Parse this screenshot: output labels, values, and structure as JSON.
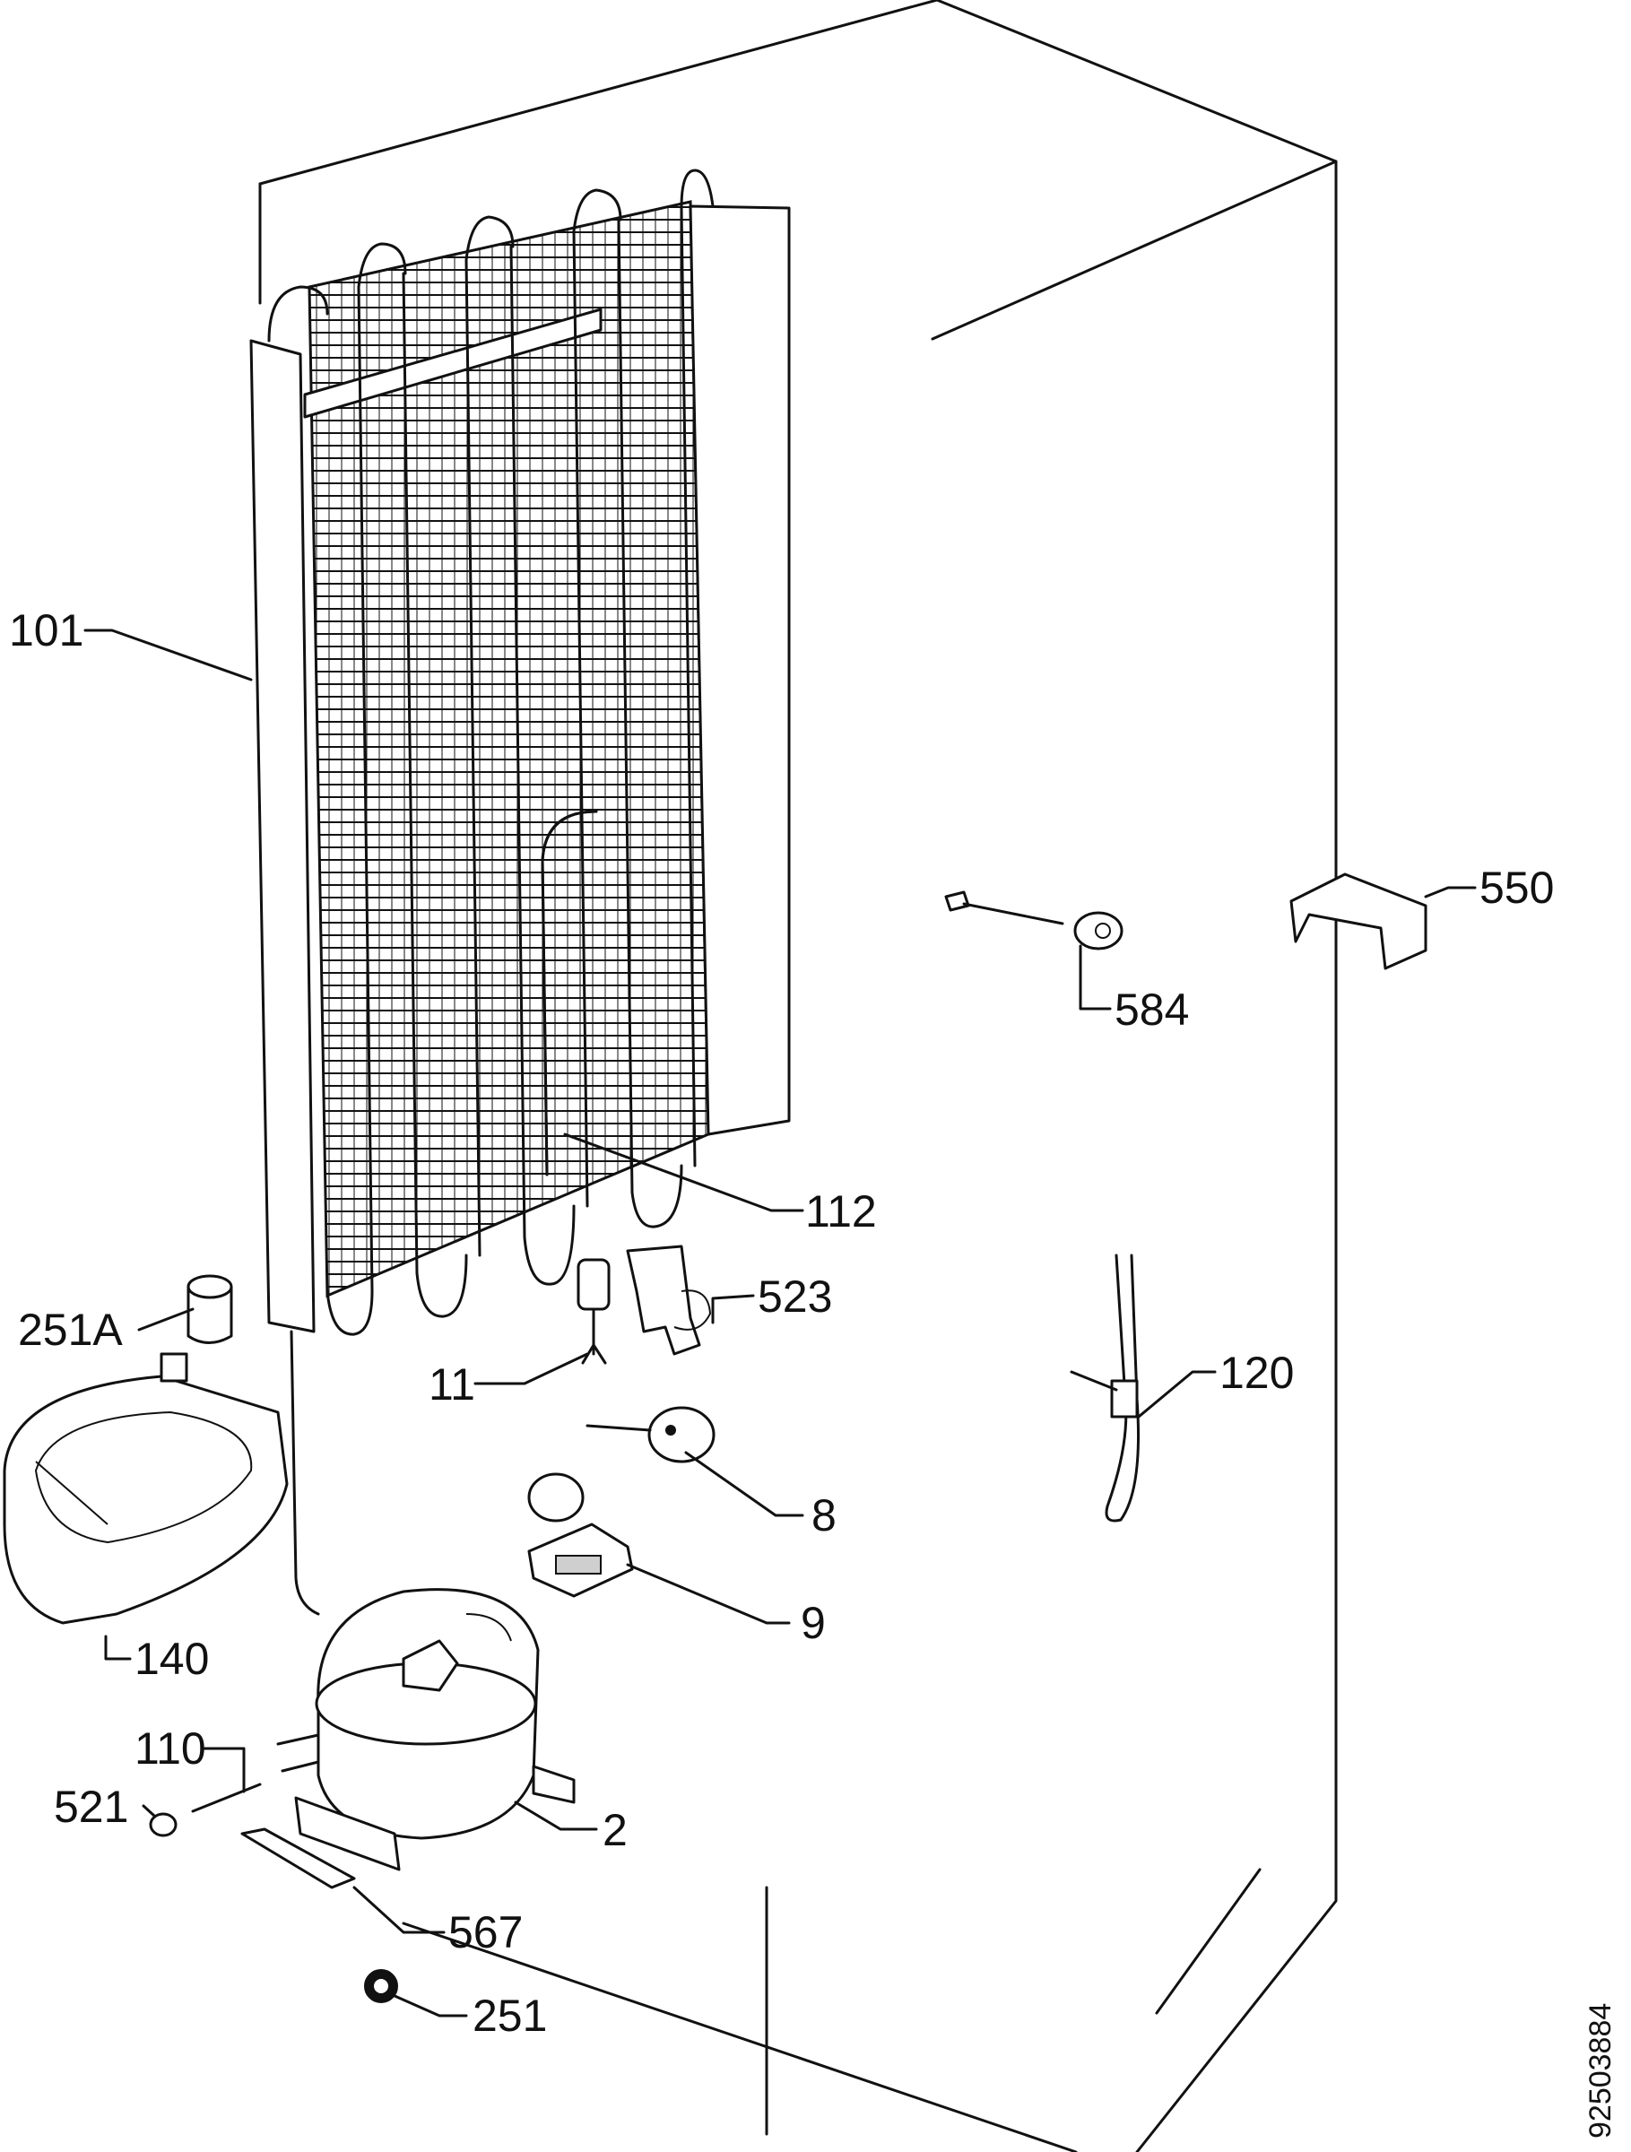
{
  "diagram": {
    "labels": [
      {
        "id": "101",
        "text": "101"
      },
      {
        "id": "112",
        "text": "112"
      },
      {
        "id": "251A",
        "text": "251A"
      },
      {
        "id": "523",
        "text": "523"
      },
      {
        "id": "11",
        "text": "11"
      },
      {
        "id": "140",
        "text": "140"
      },
      {
        "id": "8",
        "text": "8"
      },
      {
        "id": "9",
        "text": "9"
      },
      {
        "id": "110",
        "text": "110"
      },
      {
        "id": "521",
        "text": "521"
      },
      {
        "id": "2",
        "text": "2"
      },
      {
        "id": "567",
        "text": "567"
      },
      {
        "id": "251",
        "text": "251"
      },
      {
        "id": "550",
        "text": "550"
      },
      {
        "id": "584",
        "text": "584"
      },
      {
        "id": "120",
        "text": "120"
      }
    ],
    "document_number": "92503884"
  }
}
